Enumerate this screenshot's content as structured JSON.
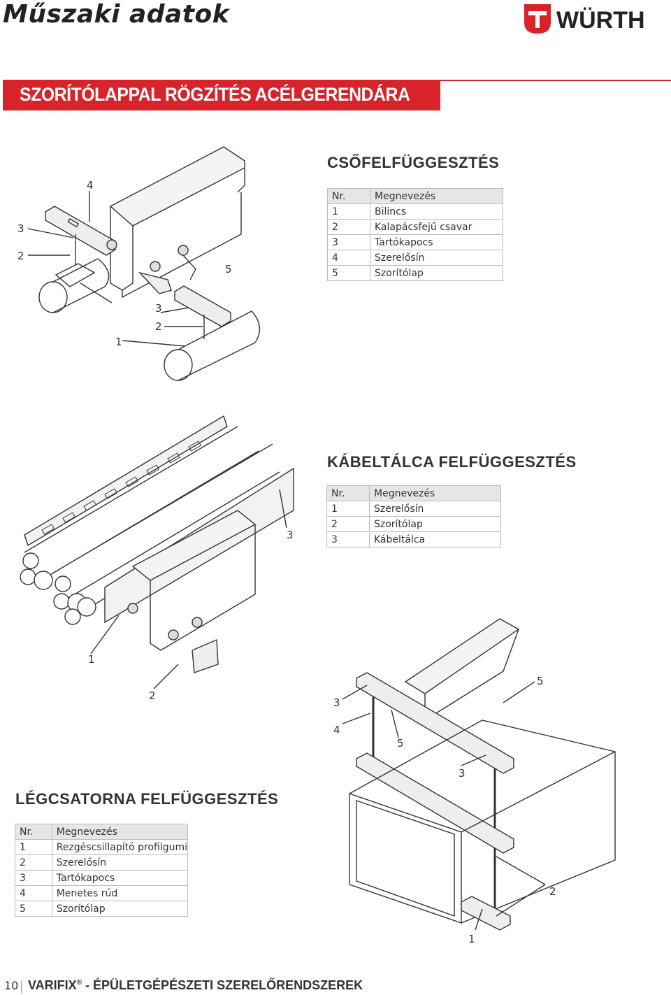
{
  "header": {
    "title": "Műszaki adatok",
    "logo_text": "WÜRTH",
    "brand_color": "#d8232a"
  },
  "banner": {
    "text": "SZORÍTÓLAPPAL RÖGZÍTÉS ACÉLGERENDÁRA"
  },
  "sections": [
    {
      "heading": "CSŐFELFÜGGESZTÉS",
      "table": {
        "headers": [
          "Nr.",
          "Megnevezés"
        ],
        "rows": [
          [
            "1",
            "Bilincs"
          ],
          [
            "2",
            "Kalapácsfejű csavar"
          ],
          [
            "3",
            "Tartókapocs"
          ],
          [
            "4",
            "Szerelősín"
          ],
          [
            "5",
            "Szorítólap"
          ]
        ]
      },
      "callouts": [
        "4",
        "3",
        "2",
        "5",
        "3",
        "2",
        "1"
      ]
    },
    {
      "heading": "KÁBELTÁLCA FELFÜGGESZTÉS",
      "table": {
        "headers": [
          "Nr.",
          "Megnevezés"
        ],
        "rows": [
          [
            "1",
            "Szerelősín"
          ],
          [
            "2",
            "Szorítólap"
          ],
          [
            "3",
            "Kábeltálca"
          ]
        ]
      },
      "callouts": [
        "3",
        "1",
        "2"
      ]
    },
    {
      "heading": "LÉGCSATORNA FELFÜGGESZTÉS",
      "table": {
        "headers": [
          "Nr.",
          "Megnevezés"
        ],
        "rows": [
          [
            "1",
            "Rezgéscsillapító profilgumi"
          ],
          [
            "2",
            "Szerelősín"
          ],
          [
            "3",
            "Tartókapocs"
          ],
          [
            "4",
            "Menetes rúd"
          ],
          [
            "5",
            "Szorítólap"
          ]
        ]
      },
      "callouts": [
        "5",
        "3",
        "4",
        "5",
        "3",
        "2",
        "1"
      ]
    }
  ],
  "footer": {
    "page_number": "10",
    "brand": "VARIFIX",
    "registered": "®",
    "text": " - ÉPÜLETGÉPÉSZETI SZERELŐRENDSZEREK"
  }
}
